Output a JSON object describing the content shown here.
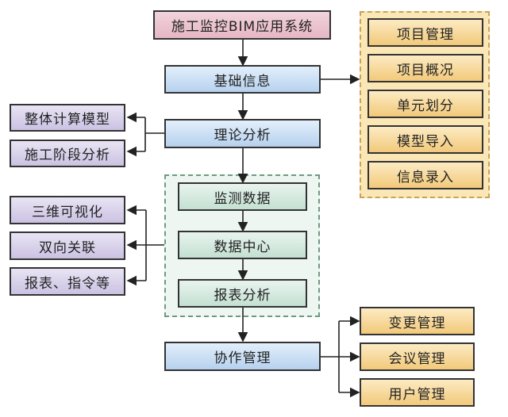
{
  "root": {
    "label": "施工监控BIM应用系统"
  },
  "main_flow": [
    {
      "label": "基础信息"
    },
    {
      "label": "理论分析"
    },
    {
      "label": "协作管理"
    }
  ],
  "monitoring_group": [
    {
      "label": "监测数据"
    },
    {
      "label": "数据中心"
    },
    {
      "label": "报表分析"
    }
  ],
  "basic_info_items": [
    {
      "label": "项目管理"
    },
    {
      "label": "项目概况"
    },
    {
      "label": "单元划分"
    },
    {
      "label": "模型导入"
    },
    {
      "label": "信息录入"
    }
  ],
  "analysis_items": [
    {
      "label": "整体计算模型"
    },
    {
      "label": "施工阶段分析"
    }
  ],
  "data_center_items": [
    {
      "label": "三维可视化"
    },
    {
      "label": "双向关联"
    },
    {
      "label": "报表、指令等"
    }
  ],
  "collaboration_items": [
    {
      "label": "变更管理"
    },
    {
      "label": "会议管理"
    },
    {
      "label": "用户管理"
    }
  ]
}
